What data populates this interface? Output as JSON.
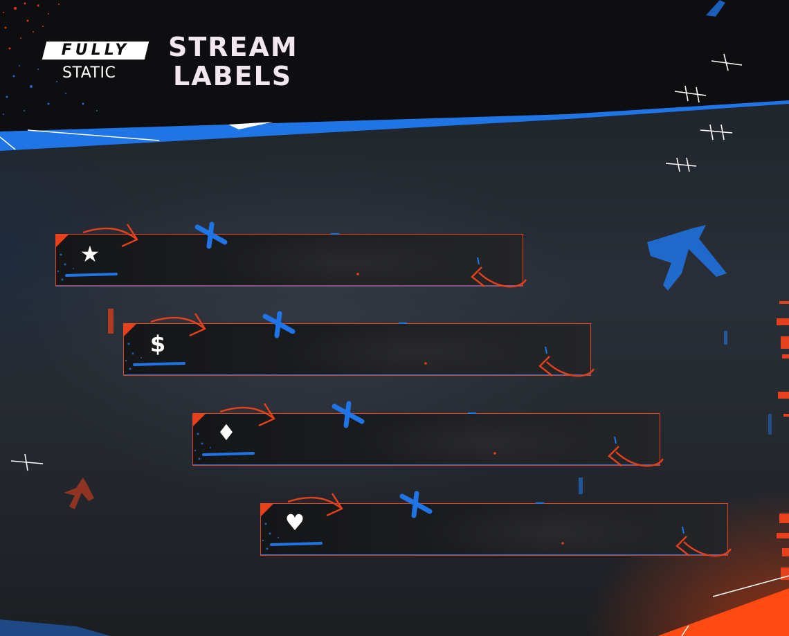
{
  "brand": {
    "logo_top": "FULLY",
    "logo_bottom": "STATIC"
  },
  "title": {
    "line1": "STREAM",
    "line2": "LABELS"
  },
  "labels": [
    {
      "icon": "star-icon",
      "glyph": "★"
    },
    {
      "icon": "dollar-icon",
      "glyph": "$"
    },
    {
      "icon": "diamond-icon",
      "glyph": "♦"
    },
    {
      "icon": "heart-icon",
      "glyph": "♥"
    }
  ],
  "colors": {
    "accent_orange": "#e8401a",
    "accent_blue": "#1f74e6",
    "title_text": "#f3e7ee",
    "header_bg": "#0e0e10"
  }
}
